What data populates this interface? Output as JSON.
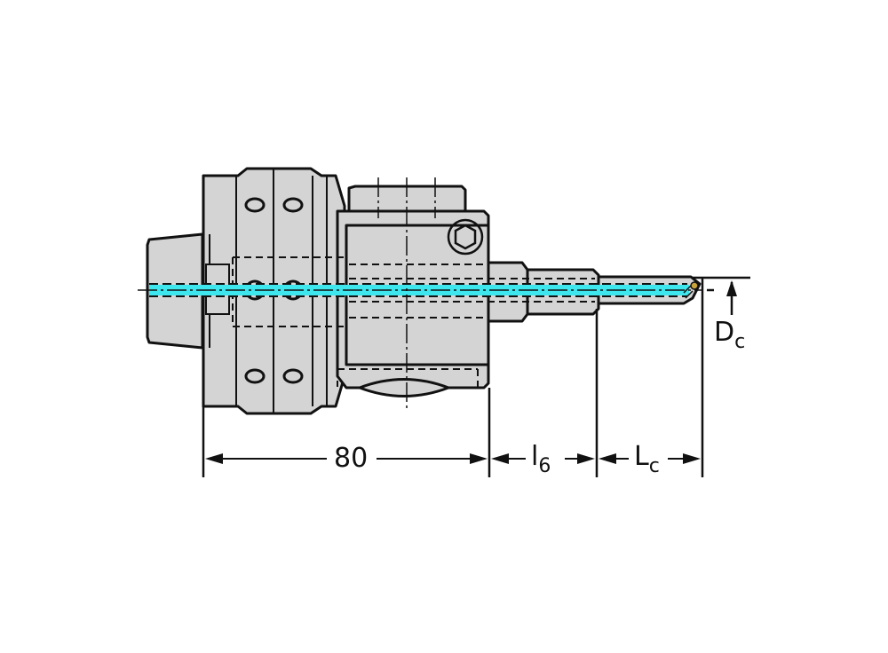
{
  "drawing": {
    "title": "Boring bar assembly technical drawing",
    "colors": {
      "body_fill": "#d4d4d4",
      "outline": "#111111",
      "coolant": "#3ee6ee",
      "background": "#ffffff"
    },
    "dimensions": {
      "overall_length": {
        "value": "80"
      },
      "l6": {
        "main": "l",
        "sub": "6"
      },
      "lc": {
        "main": "L",
        "sub": "c"
      },
      "dc": {
        "main": "D",
        "sub": "c"
      }
    }
  }
}
